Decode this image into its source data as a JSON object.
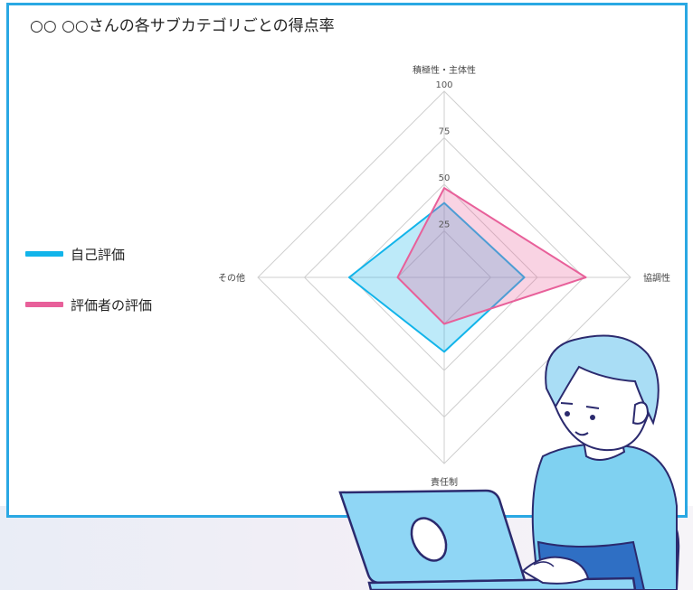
{
  "title": "○○ ○○さんの各サブカテゴリごとの得点率",
  "colors": {
    "self": "#12b4ea",
    "evaluator": "#e8609a",
    "border": "#2aa8e3"
  },
  "legend": [
    {
      "label": "自己評価",
      "color": "#12b4ea"
    },
    {
      "label": "評価者の評価",
      "color": "#e8609a"
    }
  ],
  "chart_data": {
    "type": "radar",
    "axes": [
      "積極性・主体性",
      "協調性",
      "責任制",
      "その他"
    ],
    "ticks": [
      "25",
      "50",
      "75",
      "100"
    ],
    "range": [
      0,
      100
    ],
    "grid": true,
    "legend_position": "left",
    "series": [
      {
        "name": "自己評価",
        "values": [
          40,
          43,
          40,
          51
        ]
      },
      {
        "name": "評価者の評価",
        "values": [
          48,
          76,
          25,
          25
        ]
      }
    ]
  }
}
